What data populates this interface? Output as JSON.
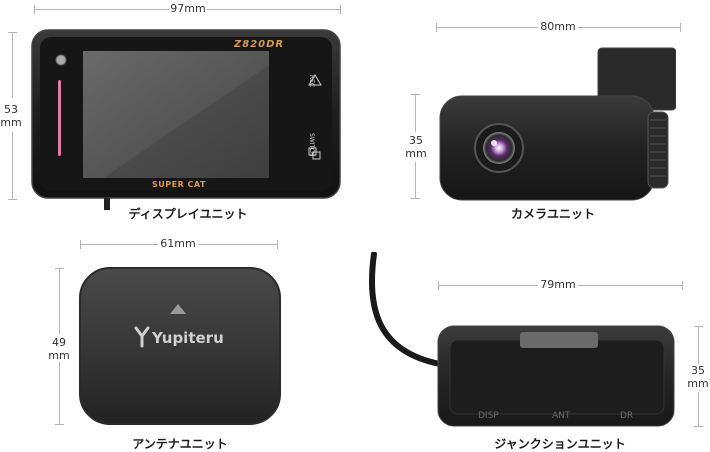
{
  "display_unit": {
    "caption": "ディスプレイユニット",
    "width_label": "97mm",
    "height_label_value": "53",
    "height_label_unit": "mm",
    "model_text": "Z820DR",
    "brand_text": "SUPER CAT",
    "rec_label": "REC",
    "switch_label": "SWITCH"
  },
  "camera_unit": {
    "caption": "カメラユニット",
    "width_label": "80mm",
    "height_label_value": "35",
    "height_label_unit": "mm"
  },
  "antenna_unit": {
    "caption": "アンテナユニット",
    "width_label": "61mm",
    "height_label_value": "49",
    "height_label_unit": "mm",
    "logo_text": "Yupiteru"
  },
  "junction_unit": {
    "caption": "ジャンクションユニット",
    "width_label": "79mm",
    "height_label_value": "35",
    "height_label_unit": "mm",
    "port_labels": [
      "DISP",
      "ANT",
      "DR"
    ]
  },
  "colors": {
    "device_body": "#1c1c1c",
    "screen": "#555555",
    "pink_led": "#e07aa6",
    "dimension_line": "#b5b5b5"
  }
}
